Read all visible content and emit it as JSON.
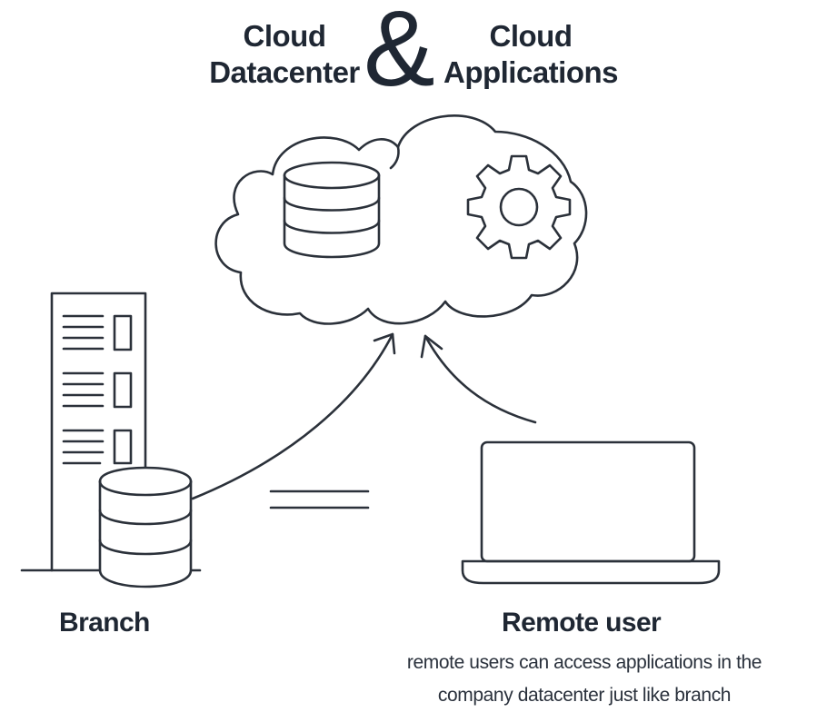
{
  "title": {
    "left": [
      "Cloud",
      "Datacenter"
    ],
    "ampersand": "&",
    "right": [
      "Cloud",
      "Applications"
    ]
  },
  "branch": {
    "label": "Branch"
  },
  "remote": {
    "label": "Remote user",
    "description": [
      "remote users can access applications in the",
      "company datacenter just like branch"
    ]
  },
  "colors": {
    "stroke": "#2b313a",
    "text": "#1f2733"
  }
}
